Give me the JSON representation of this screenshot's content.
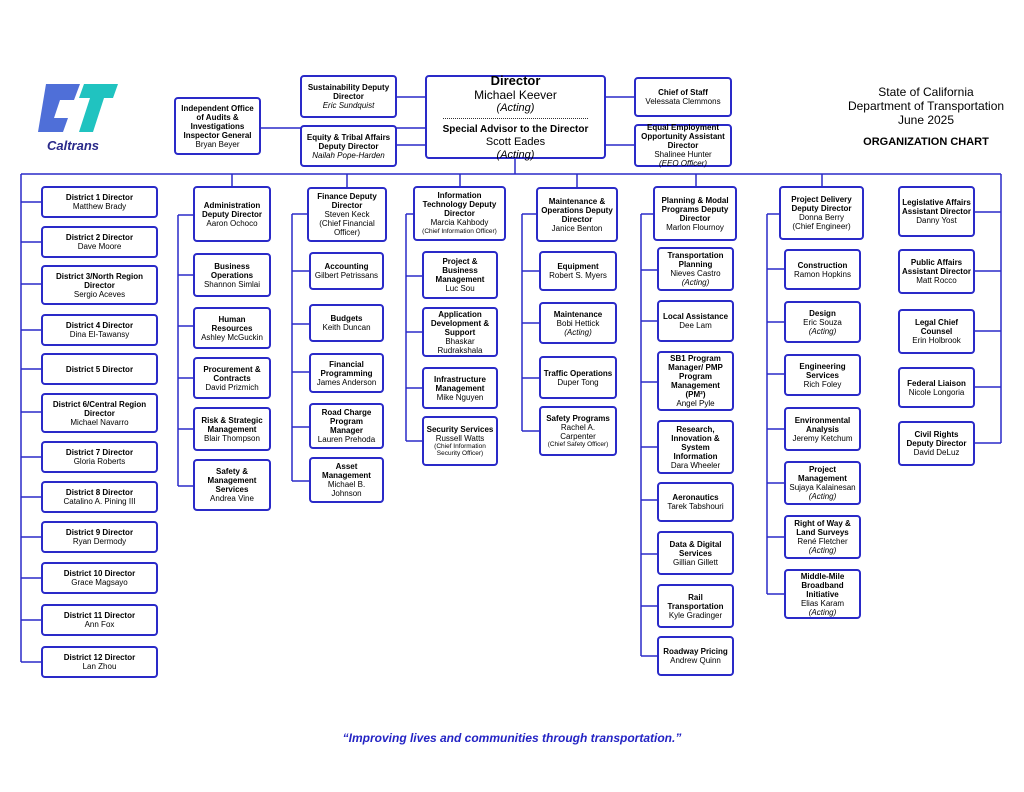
{
  "header": {
    "state": "State of California",
    "department": "Department of Transportation",
    "date": "June 2025",
    "title": "ORGANIZATION CHART"
  },
  "logo": {
    "text": "Caltrans"
  },
  "tagline": "“Improving lives and communities through transportation.”",
  "colors": {
    "border": "#2a2ac8",
    "line": "#2a2ac8",
    "tagline": "#2323c4",
    "logo_blue": "#4f6fd8",
    "logo_teal": "#20c3c0"
  },
  "director": {
    "title": "Director",
    "name": "Michael Keever",
    "note": "(Acting)",
    "advisor_title": "Special Advisor to the Director",
    "advisor_name": "Scott Eades",
    "advisor_note": "(Acting)"
  },
  "top_left": {
    "sustainability": {
      "title": "Sustainability Deputy Director",
      "name": "Eric Sundquist"
    },
    "equity": {
      "title": "Equity & Tribal Affairs Deputy Director",
      "name": "Nailah Pope-Harden"
    },
    "audits": {
      "title": "Independent Office of Audits & Investigations Inspector General",
      "name": "Bryan Beyer"
    }
  },
  "top_right": {
    "chief_staff": {
      "title": "Chief of Staff",
      "name": "Velessata Clemmons"
    },
    "eeo": {
      "title": "Equal Employment Opportunity Assistant Director",
      "name": "Shalinee Hunter",
      "note": "(EEO Officer)"
    }
  },
  "districts": [
    {
      "title": "District 1 Director",
      "name": "Matthew Brady"
    },
    {
      "title": "District 2 Director",
      "name": "Dave Moore"
    },
    {
      "title": "District 3/North Region Director",
      "name": "Sergio Aceves"
    },
    {
      "title": "District 4 Director",
      "name": "Dina El-Tawansy"
    },
    {
      "title": "District 5 Director",
      "name": ""
    },
    {
      "title": "District 6/Central Region Director",
      "name": "Michael Navarro"
    },
    {
      "title": "District 7 Director",
      "name": "Gloria Roberts"
    },
    {
      "title": "District 8 Director",
      "name": "Catalino A. Pining III"
    },
    {
      "title": "District 9 Director",
      "name": "Ryan Dermody"
    },
    {
      "title": "District 10 Director",
      "name": "Grace Magsayo"
    },
    {
      "title": "District 11 Director",
      "name": "Ann Fox"
    },
    {
      "title": "District 12 Director",
      "name": "Lan Zhou"
    }
  ],
  "administration": {
    "head": {
      "title": "Administration Deputy Director",
      "name": "Aaron Ochoco"
    },
    "items": [
      {
        "title": "Business Operations",
        "name": "Shannon Simlai"
      },
      {
        "title": "Human Resources",
        "name": "Ashley McGuckin"
      },
      {
        "title": "Procurement & Contracts",
        "name": "David Prizmich"
      },
      {
        "title": "Risk & Strategic Management",
        "name": "Blair Thompson"
      },
      {
        "title": "Safety & Management Services",
        "name": "Andrea Vine"
      }
    ]
  },
  "finance": {
    "head": {
      "title": "Finance Deputy Director",
      "name": "Steven Keck",
      "note": "(Chief Financial Officer)"
    },
    "items": [
      {
        "title": "Accounting",
        "name": "Gilbert Petrissans"
      },
      {
        "title": "Budgets",
        "name": "Keith Duncan"
      },
      {
        "title": "Financial Programming",
        "name": "James Anderson"
      },
      {
        "title": "Road Charge Program Manager",
        "name": "Lauren Prehoda"
      },
      {
        "title": "Asset Management",
        "name": "Michael B. Johnson"
      }
    ]
  },
  "it": {
    "head": {
      "title": "Information Technology Deputy Director",
      "name": "Marcia Kahbody",
      "note": "(Chief Information Officer)"
    },
    "items": [
      {
        "title": "Project & Business Management",
        "name": "Luc Sou"
      },
      {
        "title": "Application Development & Support",
        "name": "Bhaskar Rudrakshala"
      },
      {
        "title": "Infrastructure Management",
        "name": "Mike Nguyen"
      },
      {
        "title": "Security Services",
        "name": "Russell Watts",
        "note": "(Chief Information Security Officer)"
      }
    ]
  },
  "maintenance": {
    "head": {
      "title": "Maintenance & Operations Deputy Director",
      "name": "Janice Benton"
    },
    "items": [
      {
        "title": "Equipment",
        "name": "Robert S. Myers"
      },
      {
        "title": "Maintenance",
        "name": "Bobi Hettick",
        "note": "(Acting)"
      },
      {
        "title": "Traffic Operations",
        "name": "Duper Tong"
      },
      {
        "title": "Safety Programs",
        "name": "Rachel A. Carpenter",
        "note": "(Chief Safety Officer)"
      }
    ]
  },
  "planning": {
    "head": {
      "title": "Planning & Modal Programs Deputy Director",
      "name": "Marlon Flournoy"
    },
    "items": [
      {
        "title": "Transportation Planning",
        "name": "Nieves Castro",
        "note": "(Acting)"
      },
      {
        "title": "Local Assistance",
        "name": "Dee Lam"
      },
      {
        "title": "SB1 Program Manager/ PMP Program Management (PM²)",
        "name": "Angel Pyle"
      },
      {
        "title": "Research, Innovation & System Information",
        "name": "Dara Wheeler"
      },
      {
        "title": "Aeronautics",
        "name": "Tarek Tabshouri"
      },
      {
        "title": "Data & Digital Services",
        "name": "Gillian Gillett"
      },
      {
        "title": "Rail Transportation",
        "name": "Kyle Gradinger"
      },
      {
        "title": "Roadway Pricing",
        "name": "Andrew Quinn"
      }
    ]
  },
  "project_delivery": {
    "head": {
      "title": "Project Delivery Deputy Director",
      "name": "Donna Berry",
      "note": "(Chief Engineer)"
    },
    "items": [
      {
        "title": "Construction",
        "name": "Ramon Hopkins"
      },
      {
        "title": "Design",
        "name": "Eric Souza",
        "note": "(Acting)"
      },
      {
        "title": "Engineering Services",
        "name": "Rich Foley"
      },
      {
        "title": "Environmental Analysis",
        "name": "Jeremy Ketchum"
      },
      {
        "title": "Project Management",
        "name": "Sujaya Kalainesan",
        "note": "(Acting)"
      },
      {
        "title": "Right of Way & Land Surveys",
        "name": "René Fletcher",
        "note": "(Acting)"
      },
      {
        "title": "Middle-Mile Broadband Initiative",
        "name": "Elias Karam",
        "note": "(Acting)"
      }
    ]
  },
  "right_column": [
    {
      "title": "Legislative Affairs Assistant Director",
      "name": "Danny Yost"
    },
    {
      "title": "Public Affairs Assistant Director",
      "name": "Matt Rocco"
    },
    {
      "title": "Legal Chief Counsel",
      "name": "Erin Holbrook"
    },
    {
      "title": "Federal Liaison",
      "name": "Nicole Longoria"
    },
    {
      "title": "Civil Rights Deputy Director",
      "name": "David DeLuz"
    }
  ]
}
